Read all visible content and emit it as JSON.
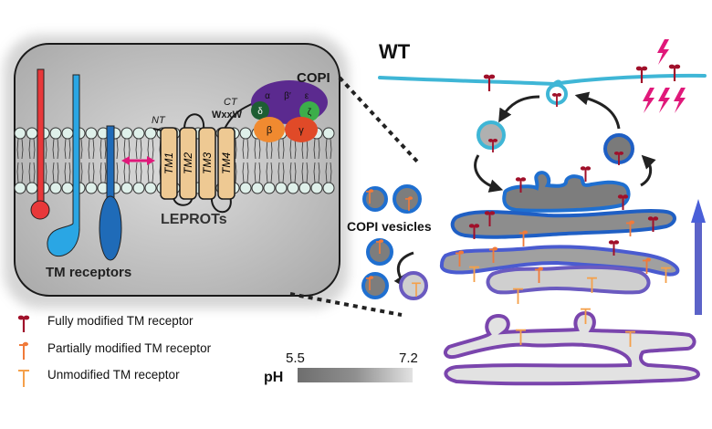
{
  "inset": {
    "copi_label": "COPI",
    "ct_label": "CT",
    "motif_label": "WxxW",
    "nt_label": "NT",
    "tm_segments": [
      "TM1",
      "TM2",
      "TM3",
      "TM4"
    ],
    "leprots_label": "LEPROTs",
    "receptors_label": "TM receptors",
    "copi_subunits": {
      "alpha": "α",
      "beta_prime": "β′",
      "epsilon": "ε",
      "delta": "δ",
      "zeta": "ζ",
      "beta": "β",
      "gamma": "γ"
    }
  },
  "main": {
    "condition_label": "WT",
    "vesicles_label": "COPI vesicles"
  },
  "legend": {
    "items": [
      {
        "label": "Fully modified TM receptor",
        "color": "#a0102a"
      },
      {
        "label": "Partially modified TM receptor",
        "color": "#f07a3a"
      },
      {
        "label": "Unmodified TM receptor",
        "color": "#f5a04a"
      }
    ]
  },
  "ph_scale": {
    "label": "pH",
    "min_label": "5.5",
    "max_label": "7.2"
  },
  "colors": {
    "plasma_membrane": "#3fb6d6",
    "golgi_trans": "#1f5fc4",
    "golgi_cis": "#7b48b0",
    "stress": "#e0187a",
    "copi_purple": "#5b2a8f"
  }
}
